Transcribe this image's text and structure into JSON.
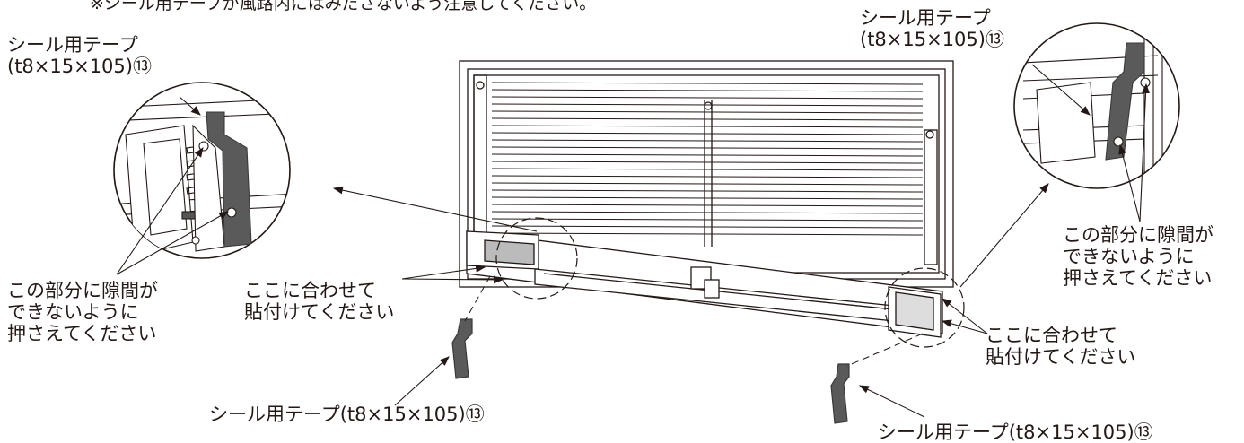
{
  "top_note": "※シール用テープが風路内にはみださないよう注意してください。",
  "labels": {
    "tape_top_left_line1": "シール用テープ",
    "tape_top_left_line2": "(t8×15×105)⑬",
    "tape_top_right_line1": "シール用テープ",
    "tape_top_right_line2": "(t8×15×105)⑬",
    "gap_left_line1": "この部分に隙間が",
    "gap_left_line2": "できないように",
    "gap_left_line3": "押さえてください",
    "gap_right_line1": "この部分に隙間が",
    "gap_right_line2": "できないように",
    "gap_right_line3": "押さえてください",
    "align_left_line1": "ここに合わせて",
    "align_left_line2": "貼付けてください",
    "align_right_line1": "ここに合わせて",
    "align_right_line2": "貼付けてください",
    "tape_bottom_left": "シール用テープ(t8×15×105)⑬",
    "tape_bottom_right": "シール用テープ(t8×15×105)⑬"
  },
  "colors": {
    "line": "#231815",
    "tape": "#5a5a5a",
    "tape_edge": "#3a3a3a"
  }
}
